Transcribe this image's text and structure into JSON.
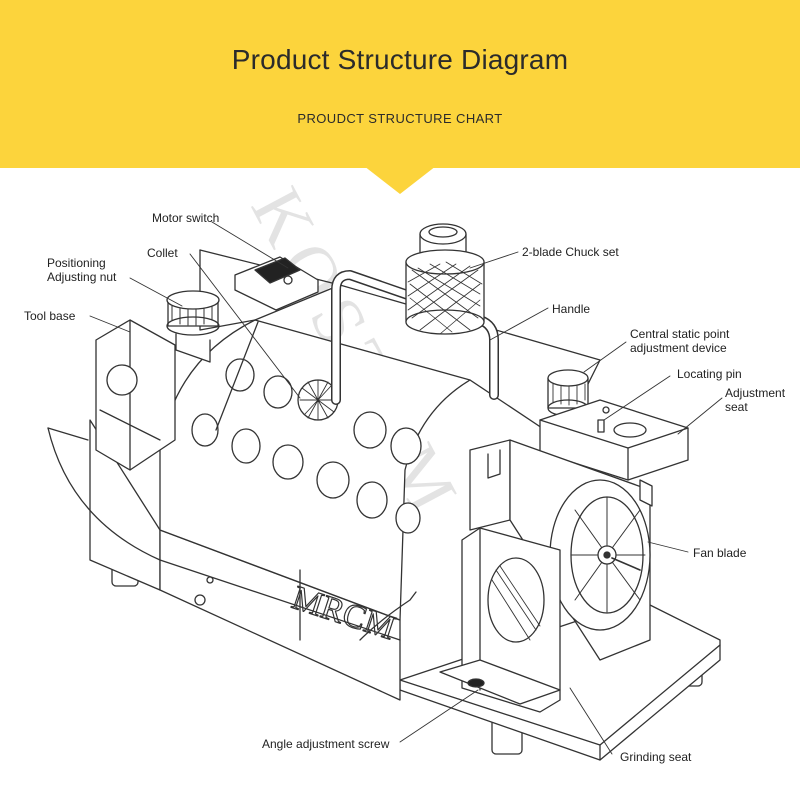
{
  "header": {
    "title": "Product Structure Diagram",
    "subtitle": "PROUDCT STRUCTURE CHART"
  },
  "machine": {
    "brand_mark": "MRCM",
    "watermark": "KOSTUM"
  },
  "labels": {
    "motor_switch": "Motor switch",
    "collet": "Collet",
    "positioning_nut_line1": "Positioning",
    "positioning_nut_line2": "Adjusting nut",
    "tool_base": "Tool base",
    "chuck_set": "2-blade Chuck set",
    "handle": "Handle",
    "central_point_line1": "Central static point",
    "central_point_line2": "adjustment device",
    "locating_pin": "Locating pin",
    "adjustment_seat_line1": "Adjustment",
    "adjustment_seat_line2": "seat",
    "fan_blade": "Fan blade",
    "angle_screw": "Angle adjustment screw",
    "grinding_seat": "Grinding seat"
  },
  "colors": {
    "banner": "#fcd43c",
    "line": "#333333"
  }
}
